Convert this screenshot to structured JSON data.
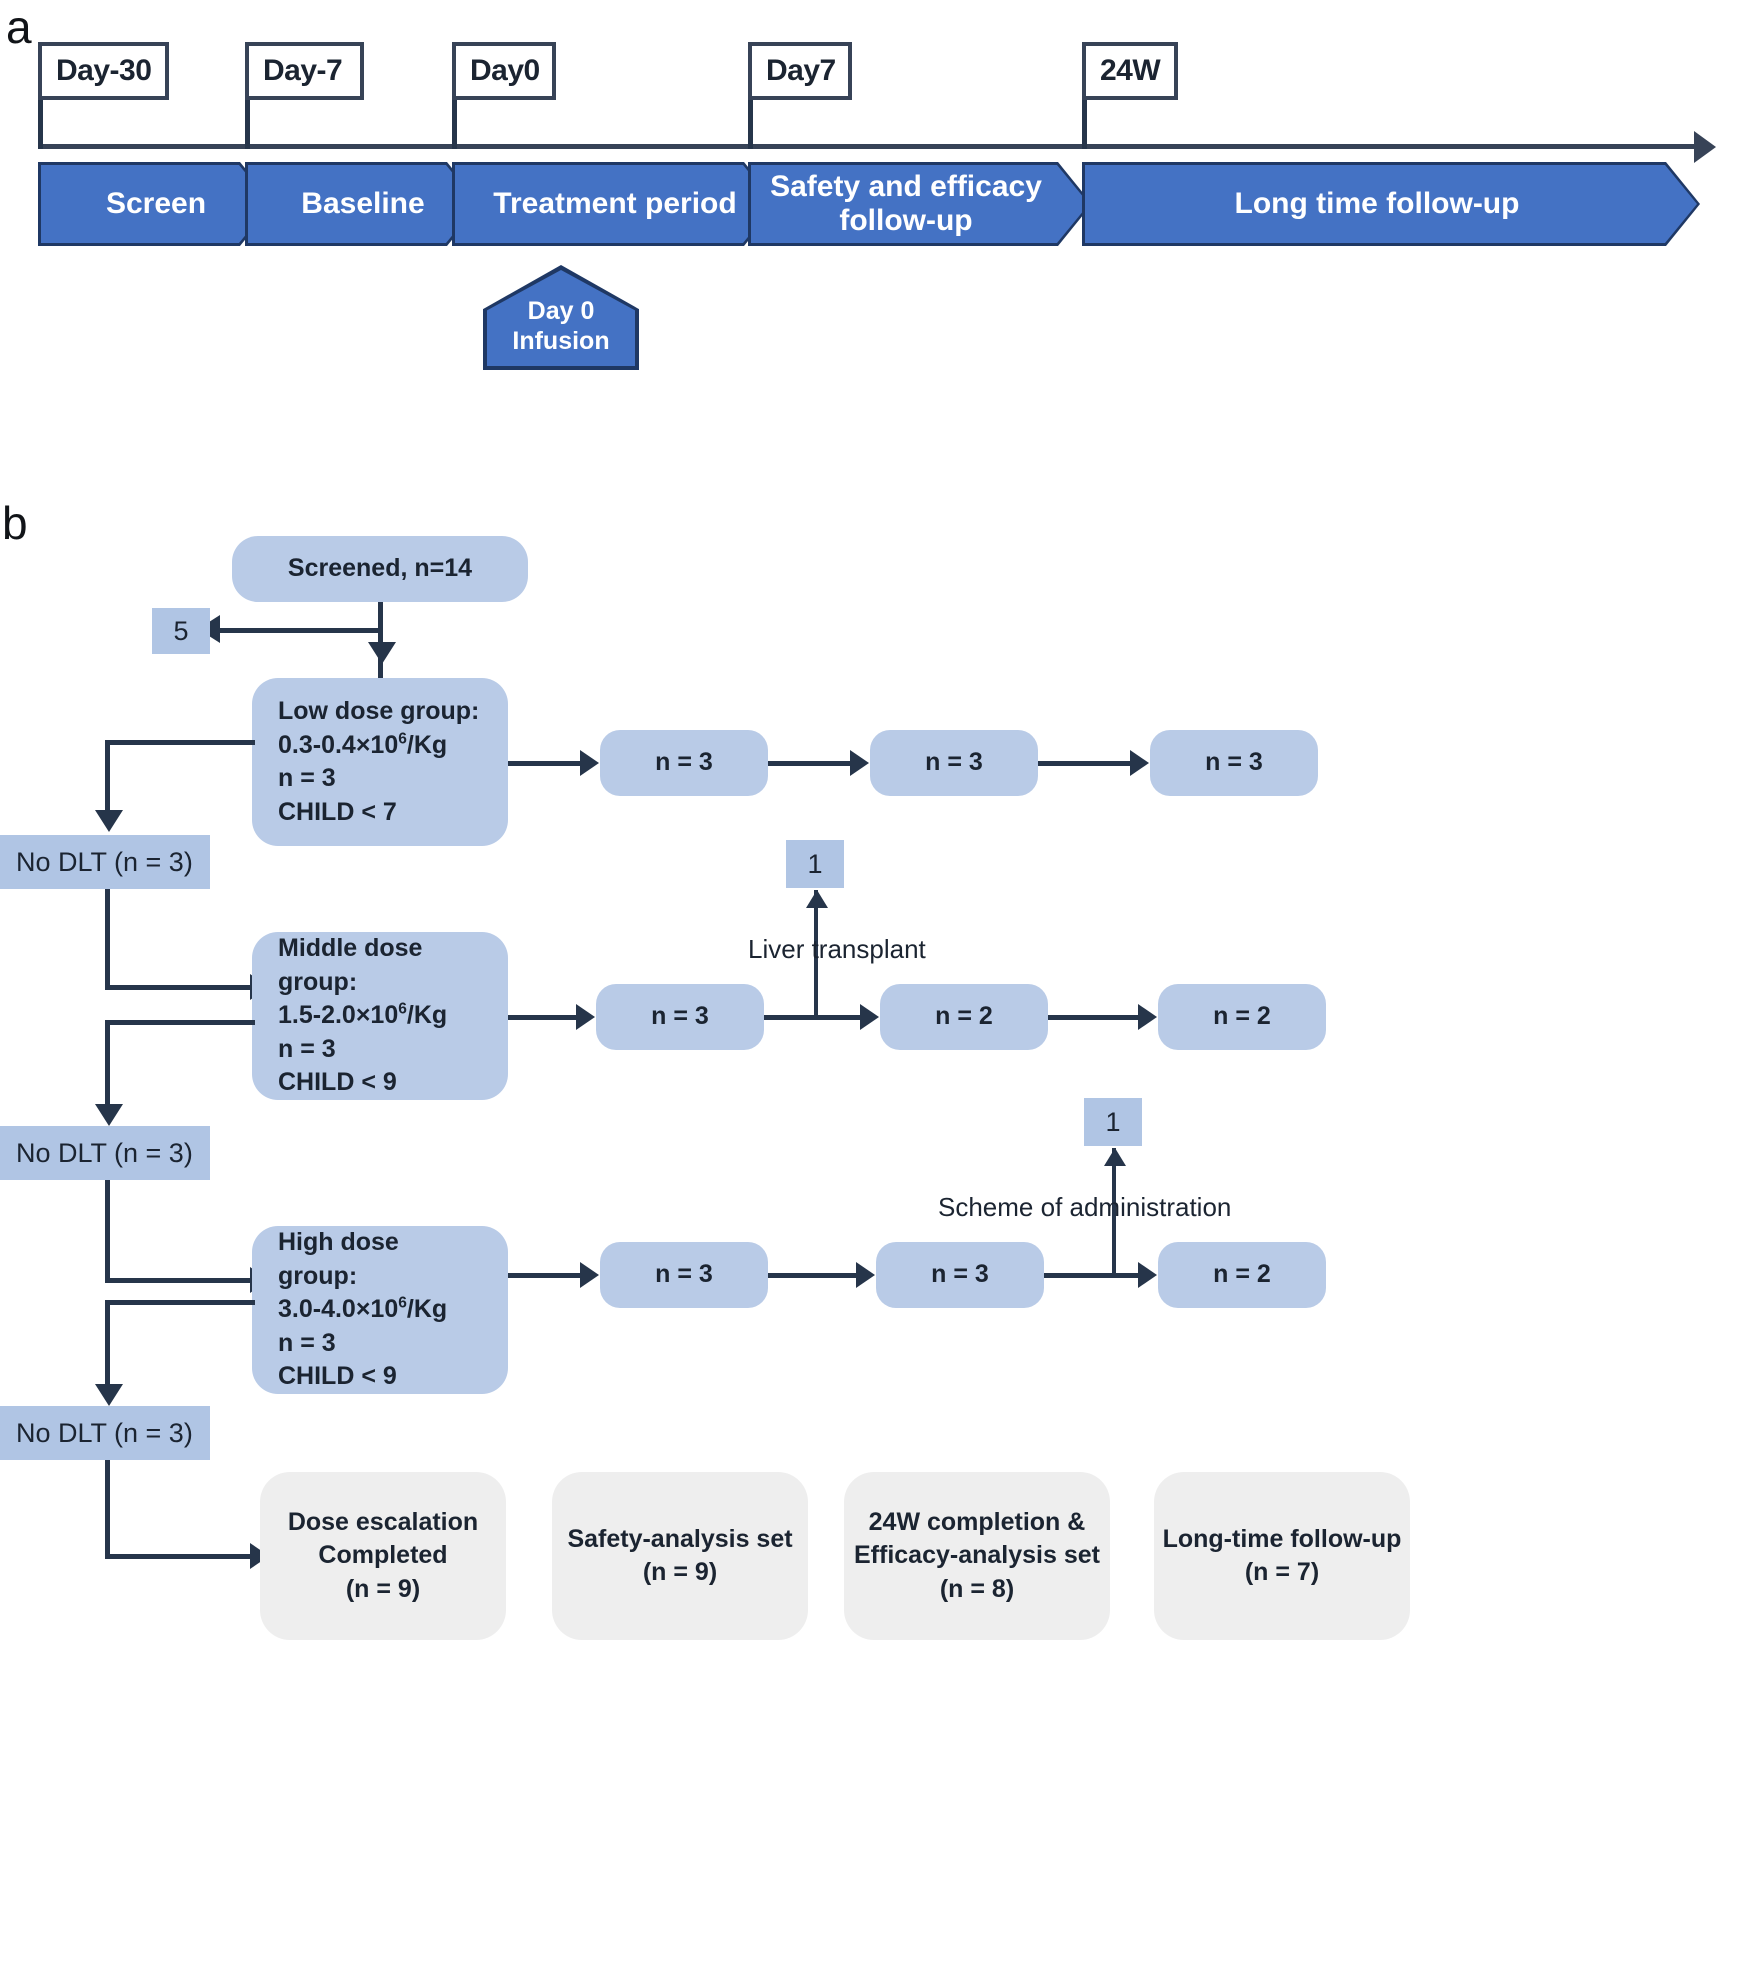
{
  "panels": {
    "a_letter": "a",
    "b_letter": "b"
  },
  "timeline": {
    "milestones": [
      {
        "label": "Day-30"
      },
      {
        "label": "Day-7"
      },
      {
        "label": "Day0"
      },
      {
        "label": "Day7"
      },
      {
        "label": "24W"
      }
    ],
    "phases": [
      {
        "label": "Screen"
      },
      {
        "label": "Baseline"
      },
      {
        "label": "Treatment period"
      },
      {
        "label": "Safety and efficacy follow-up"
      },
      {
        "label": "Long time follow-up"
      }
    ],
    "infusion": {
      "line1": "Day 0",
      "line2": "Infusion"
    }
  },
  "flow": {
    "screened": "Screened, n=14",
    "excluded": "5",
    "groups": [
      {
        "title": "Low dose group:",
        "dose_prefix": "0.3-0.4×10",
        "dose_exp": "6",
        "dose_suffix": "/Kg",
        "n": "n = 3",
        "child": "CHILD < 7",
        "steps": [
          "n = 3",
          "n = 3",
          "n = 3"
        ],
        "dropout": null,
        "dropout_label": null
      },
      {
        "title": "Middle dose group:",
        "dose_prefix": "1.5-2.0×10",
        "dose_exp": "6",
        "dose_suffix": "/Kg",
        "n": "n = 3",
        "child": "CHILD < 9",
        "steps": [
          "n = 3",
          "n = 2",
          "n = 2"
        ],
        "dropout": "1",
        "dropout_label": "Liver transplant"
      },
      {
        "title": "High dose group:",
        "dose_prefix": "3.0-4.0×10",
        "dose_exp": "6",
        "dose_suffix": "/Kg",
        "n": "n = 3",
        "child": "CHILD < 9",
        "steps": [
          "n = 3",
          "n = 3",
          "n = 2"
        ],
        "dropout": "1",
        "dropout_label": "Scheme of administration"
      }
    ],
    "no_dlt": [
      "No DLT (n = 3)",
      "No DLT (n = 3)",
      "No DLT (n = 3)"
    ],
    "summary": [
      {
        "l1": "Dose escalation",
        "l2": "Completed",
        "l3": "(n = 9)"
      },
      {
        "l1": "Safety-analysis set",
        "l2": "(n = 9)",
        "l3": ""
      },
      {
        "l1": "24W completion &",
        "l2": "Efficacy-analysis set",
        "l3": "(n = 8)"
      },
      {
        "l1": "Long-time follow-up",
        "l2": "(n = 7)",
        "l3": ""
      }
    ]
  },
  "colors": {
    "arrow_fill": "#4472C4",
    "arrow_border": "#1F3864",
    "node_blue": "#b9cbe7",
    "node_gray": "#eeeeee",
    "line_navy": "#26354a",
    "axis": "#374357"
  }
}
